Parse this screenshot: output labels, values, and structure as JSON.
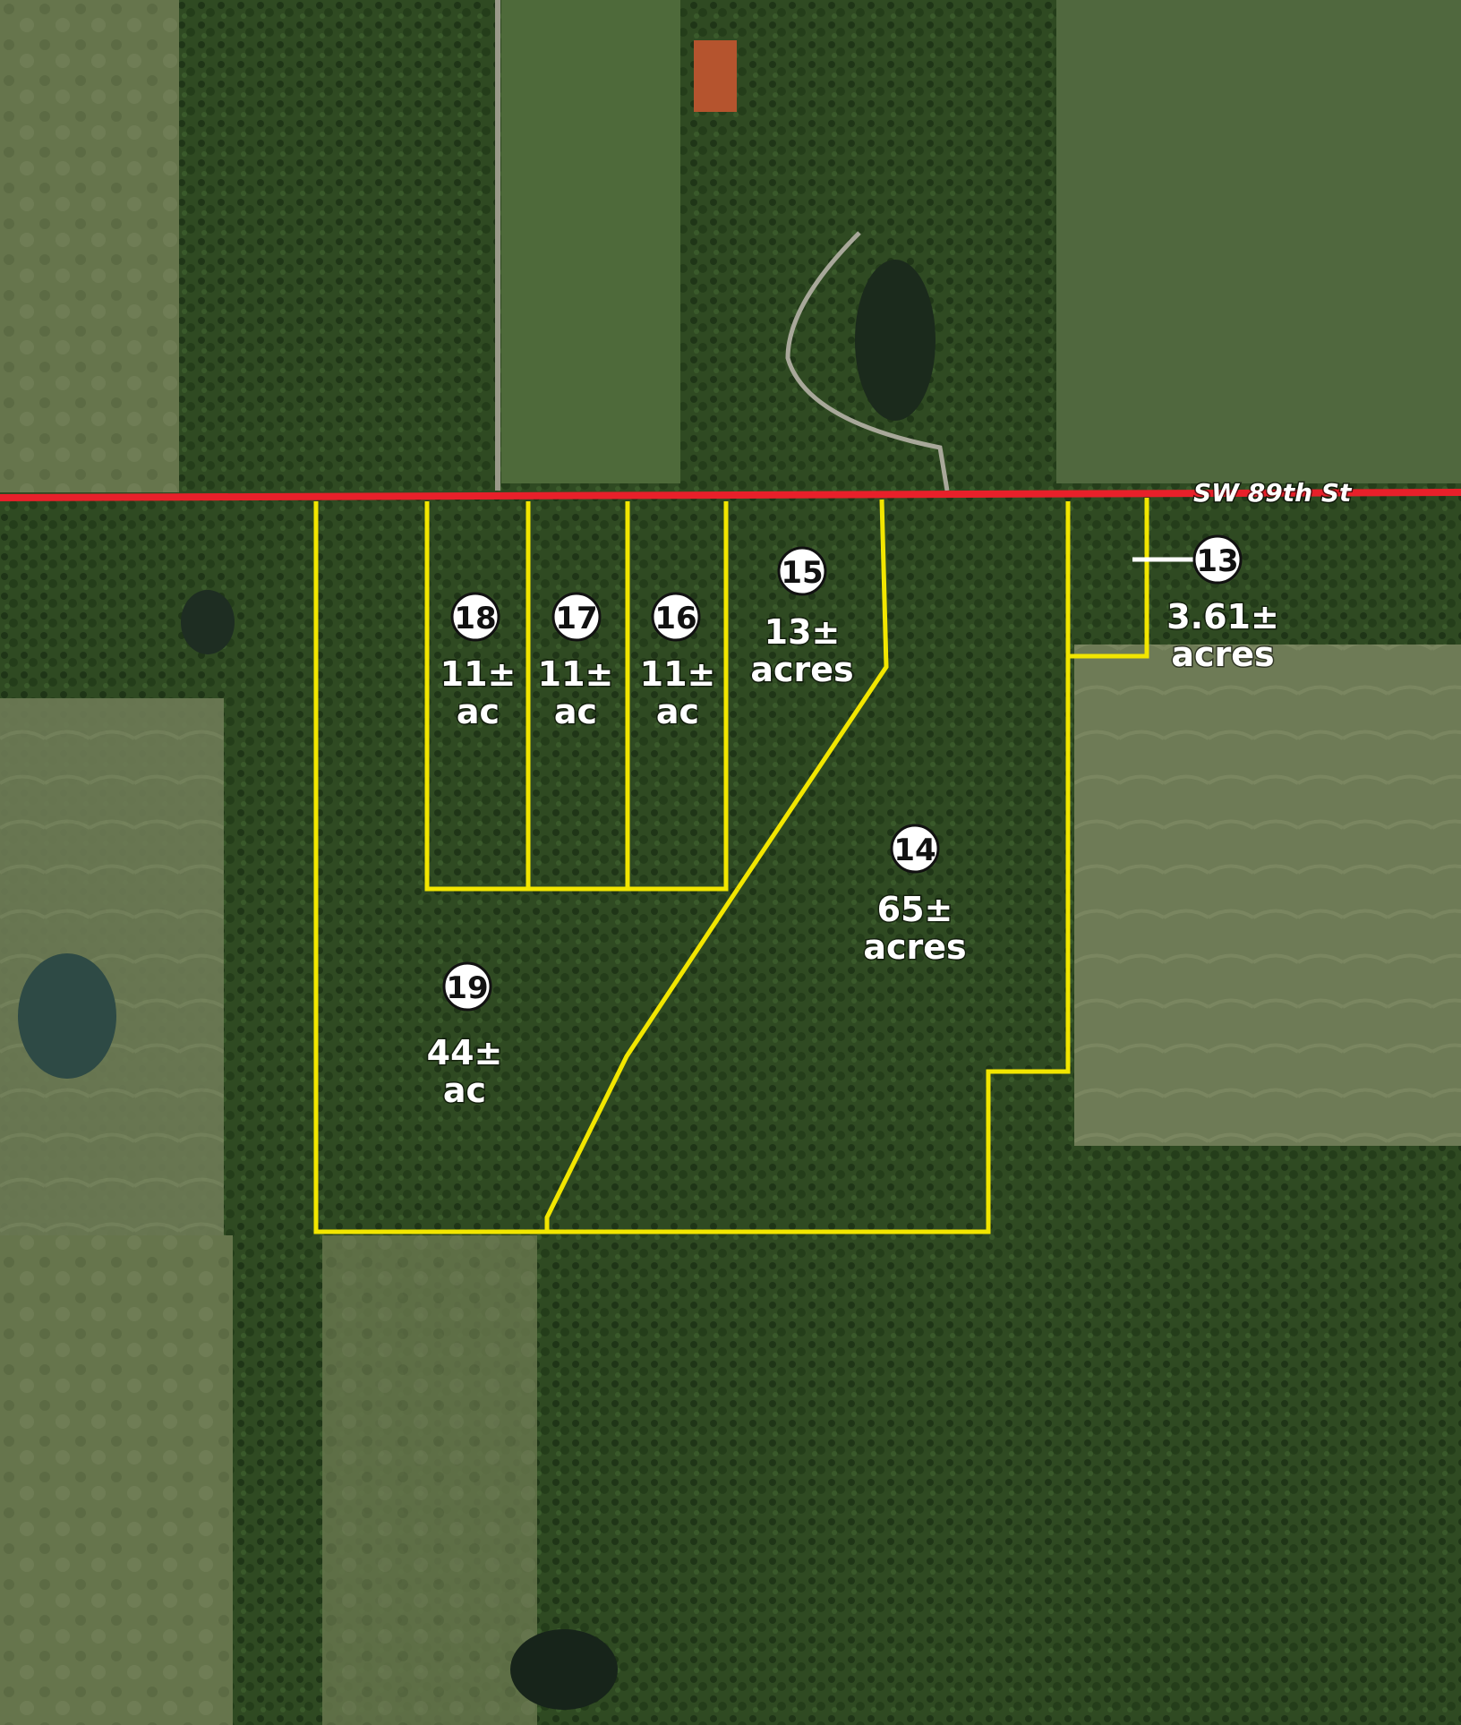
{
  "map": {
    "road": {
      "name": "SW 89th St",
      "color": "#e8202a"
    },
    "boundary_color": "#f2e600",
    "tracts": [
      {
        "id": "18",
        "line1": "11±",
        "line2": "ac"
      },
      {
        "id": "17",
        "line1": "11±",
        "line2": "ac"
      },
      {
        "id": "16",
        "line1": "11±",
        "line2": "ac"
      },
      {
        "id": "15",
        "line1": "13±",
        "line2": "acres"
      },
      {
        "id": "14",
        "line1": "65±",
        "line2": "acres"
      },
      {
        "id": "13",
        "line1": "3.61±",
        "line2": "acres"
      },
      {
        "id": "19",
        "line1": "44±",
        "line2": "ac"
      }
    ]
  }
}
